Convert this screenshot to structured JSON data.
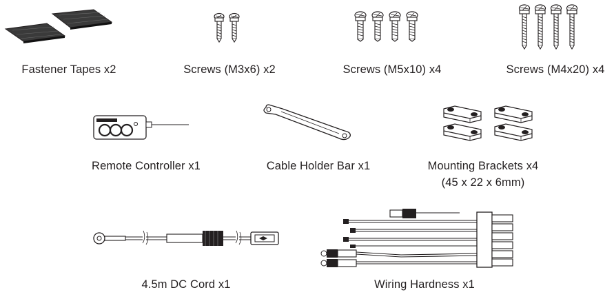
{
  "items": [
    {
      "label": "Fastener Tapes x2",
      "icon": "fastener-tapes-icon"
    },
    {
      "label": "Screws (M3x6) x2",
      "icon": "screw-m3x6-icon"
    },
    {
      "label": "Screws (M5x10) x4",
      "icon": "screw-m5x10-icon"
    },
    {
      "label": "Screws (M4x20) x4",
      "icon": "screw-m4x20-icon"
    },
    {
      "label": "Remote Controller x1",
      "icon": "remote-controller-icon"
    },
    {
      "label": "Cable Holder Bar x1",
      "icon": "cable-holder-bar-icon"
    },
    {
      "label": "Mounting Brackets x4",
      "sublabel": "(45 x 22 x 6mm)",
      "icon": "mounting-bracket-icon"
    },
    {
      "label": "4.5m DC Cord x1",
      "icon": "dc-cord-icon"
    },
    {
      "label": "Wiring Hardness x1",
      "icon": "wiring-harness-icon"
    }
  ]
}
